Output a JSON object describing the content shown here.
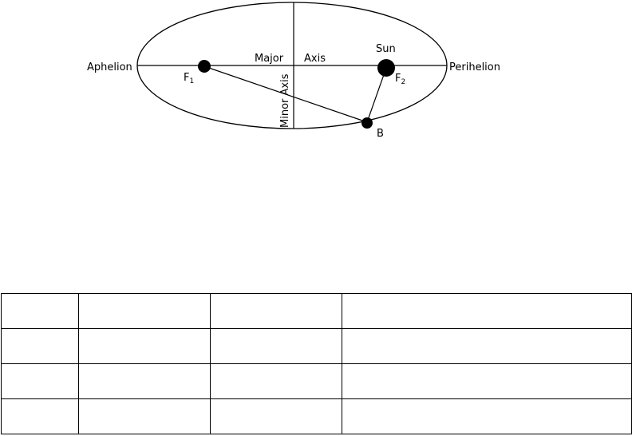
{
  "diagram": {
    "labels": {
      "aphelion": "Aphelion",
      "perihelion": "Perihelion",
      "major": "Major",
      "axis": "Axis",
      "minor_axis": "Minor Axis",
      "sun": "Sun",
      "f1_letter": "F",
      "f1_sub": "1",
      "f2_letter": "F",
      "f2_sub": "2",
      "point_b": "B"
    }
  },
  "table": {
    "rows": [
      [
        "",
        "",
        "",
        ""
      ],
      [
        "",
        "",
        "",
        ""
      ],
      [
        "",
        "",
        "",
        ""
      ],
      [
        "",
        "",
        "",
        ""
      ]
    ]
  }
}
